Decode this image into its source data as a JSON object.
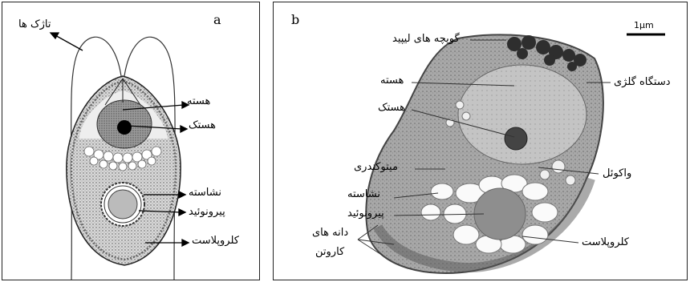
{
  "panel_a": {
    "letter": "a",
    "labels": {
      "flagella": "تاژک ها",
      "nucleus": "هسته",
      "nucleolus": "هستک",
      "starch": "نشاسته",
      "pyrenoid": "پیرونوئید",
      "chloroplast": "کلروپلاست"
    }
  },
  "panel_b": {
    "letter": "b",
    "scale_bar": "1μm",
    "labels": {
      "lipid_droplets": "گویچه های لیپید",
      "nucleus": "هسته",
      "nucleolus": "هستک",
      "golgi": "دستگاه گلژی",
      "mitochondria": "میتوکندری",
      "vacuole": "واکوئل",
      "starch": "نشاسته",
      "pyrenoid": "پیرونوئید",
      "chloroplast": "کلروپلاست",
      "carotene_line1": "دانه های",
      "carotene_line2": "کاروتن"
    }
  }
}
